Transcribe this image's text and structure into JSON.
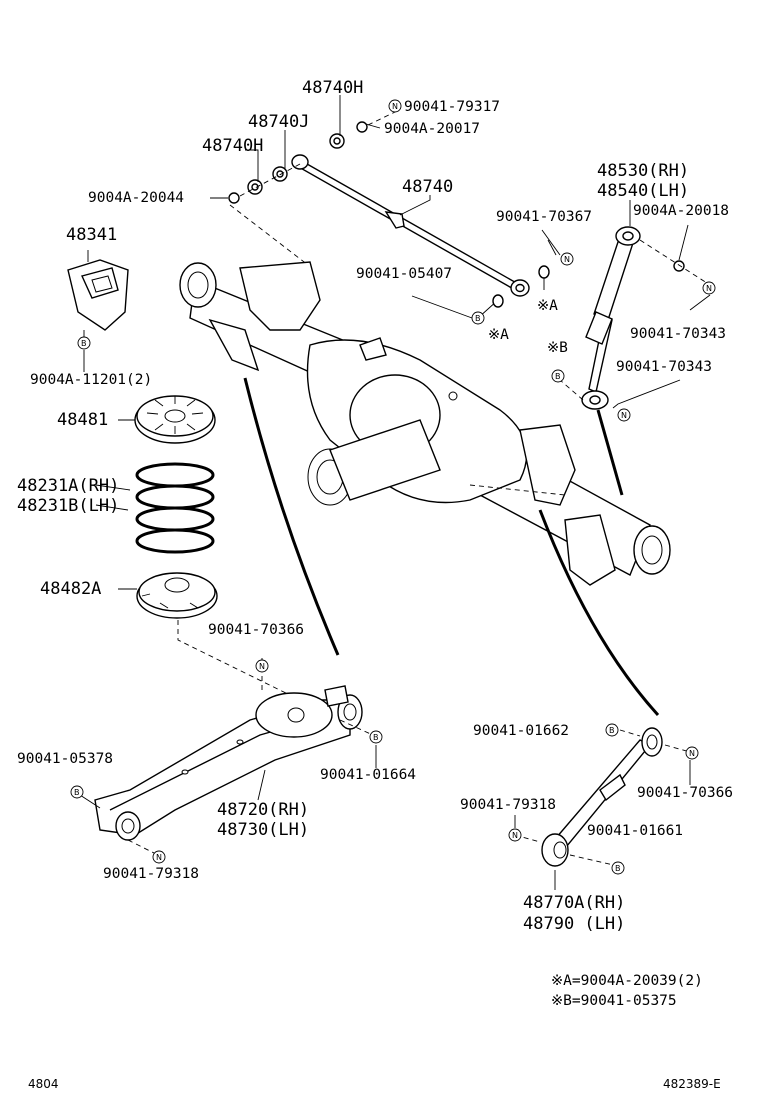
{
  "labels": {
    "p48740H_top": "48740H",
    "p90041_79317": "90041-79317",
    "p48740J": "48740J",
    "p9004A_20017": "9004A-20017",
    "p48740H_left": "48740H",
    "p48740": "48740",
    "p9004A_20044": "9004A-20044",
    "p48530": "48530(RH)",
    "p48540": "48540(LH)",
    "p90041_70367": "90041-70367",
    "p9004A_20018": "9004A-20018",
    "p48341": "48341",
    "p90041_05407": "90041-05407",
    "p90041_70343_a": "90041-70343",
    "p9004A_11201": "9004A-11201(2)",
    "p90041_70343_b": "90041-70343",
    "p48481": "48481",
    "p48231A": "48231A(RH)",
    "p48231B": "48231B(LH)",
    "p48482A": "48482A",
    "p90041_70366_a": "90041-70366",
    "p90041_01662": "90041-01662",
    "p90041_05378": "90041-05378",
    "p90041_01664": "90041-01664",
    "p90041_70366_b": "90041-70366",
    "p48720": "48720(RH)",
    "p48730": "48730(LH)",
    "p90041_79318_a": "90041-79318",
    "p90041_01661": "90041-01661",
    "p90041_79318_b": "90041-79318",
    "p48770A": "48770A(RH)",
    "p48790": "48790 (LH)"
  },
  "marks": {
    "note_a": "※A",
    "note_b": "※B",
    "sym_n": "N",
    "sym_b": "B"
  },
  "legend": {
    "a": "※A=9004A-20039(2)",
    "b": "※B=90041-05375"
  },
  "footer": {
    "page": "4804",
    "ref": "482389-E"
  }
}
